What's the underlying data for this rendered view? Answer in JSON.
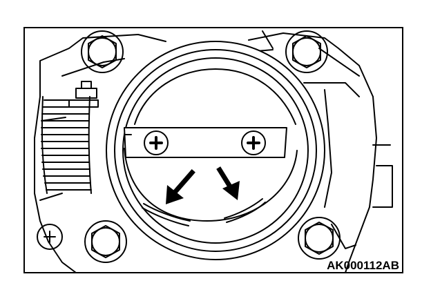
{
  "figure": {
    "caption": "AK000112AB"
  },
  "colors": {
    "ink": "#000000",
    "paper": "#ffffff"
  },
  "parts": [
    "frame",
    "throttle-body-housing",
    "bore-ring",
    "throttle-valve-plate",
    "valve-shaft-bar",
    "screw-left",
    "screw-right",
    "arrow-left",
    "arrow-right",
    "slot-left",
    "slot-right",
    "corrugated-hose",
    "mounting-bolts",
    "vacuum-nipple"
  ]
}
